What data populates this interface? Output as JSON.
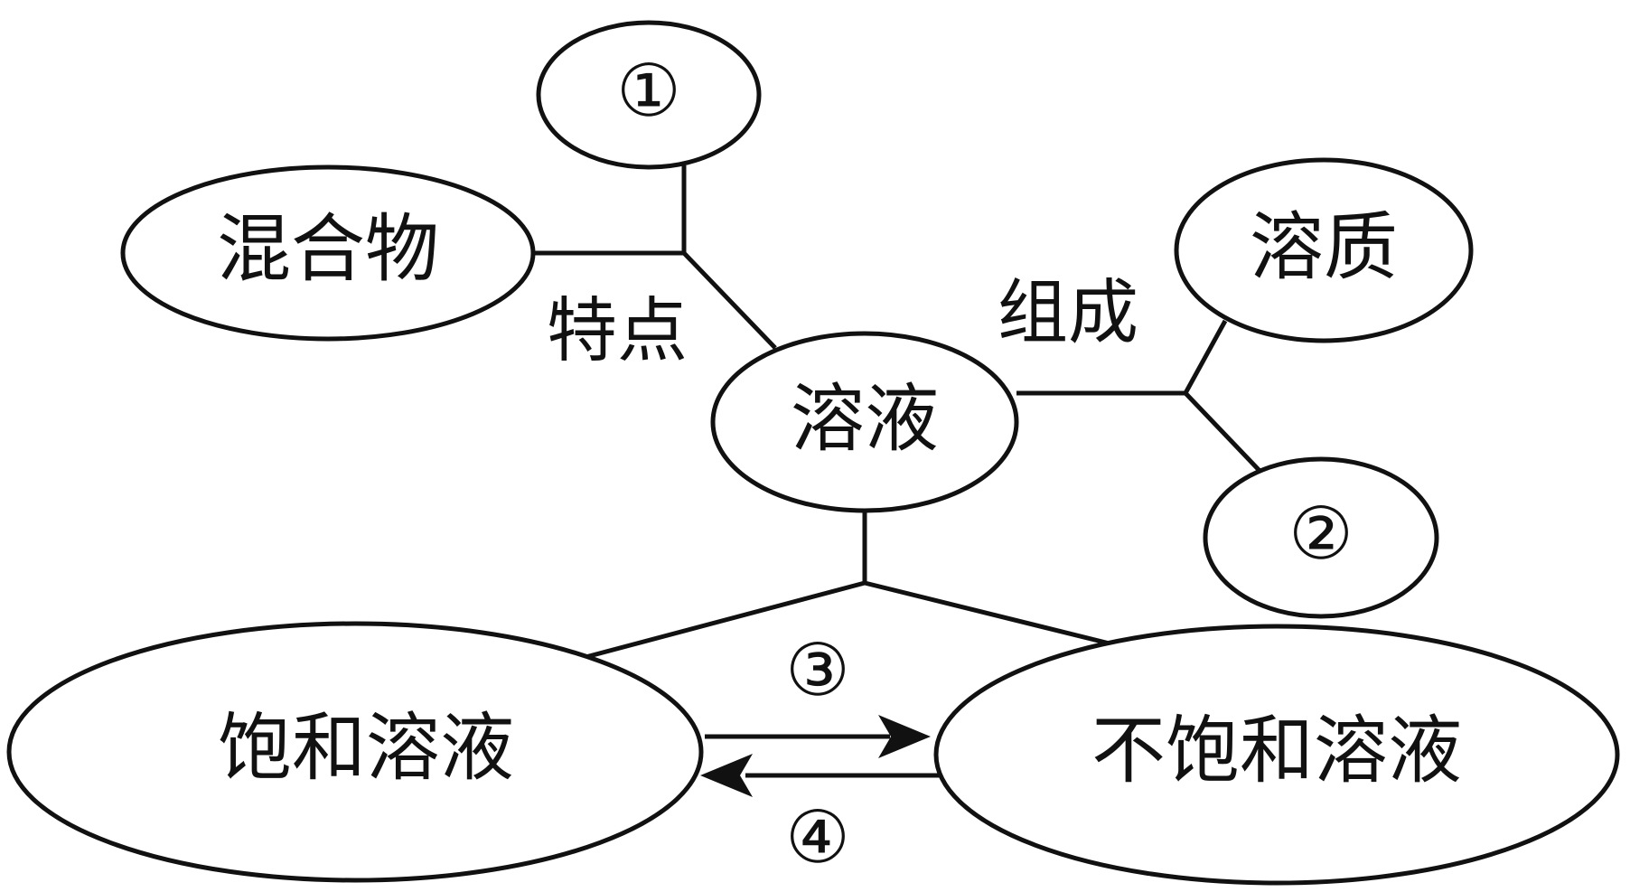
{
  "nodes": {
    "mixture": "混合物",
    "blank_1": "①",
    "solution": "溶液",
    "solute": "溶质",
    "blank_2": "②",
    "saturated": "饱和溶液",
    "unsaturated": "不饱和溶液"
  },
  "edge_labels": {
    "feature": "特点",
    "composition": "组成"
  },
  "conversions": {
    "blank_3": "③",
    "blank_4": "④"
  },
  "colors": {
    "stroke": "#111111",
    "background": "#ffffff"
  }
}
